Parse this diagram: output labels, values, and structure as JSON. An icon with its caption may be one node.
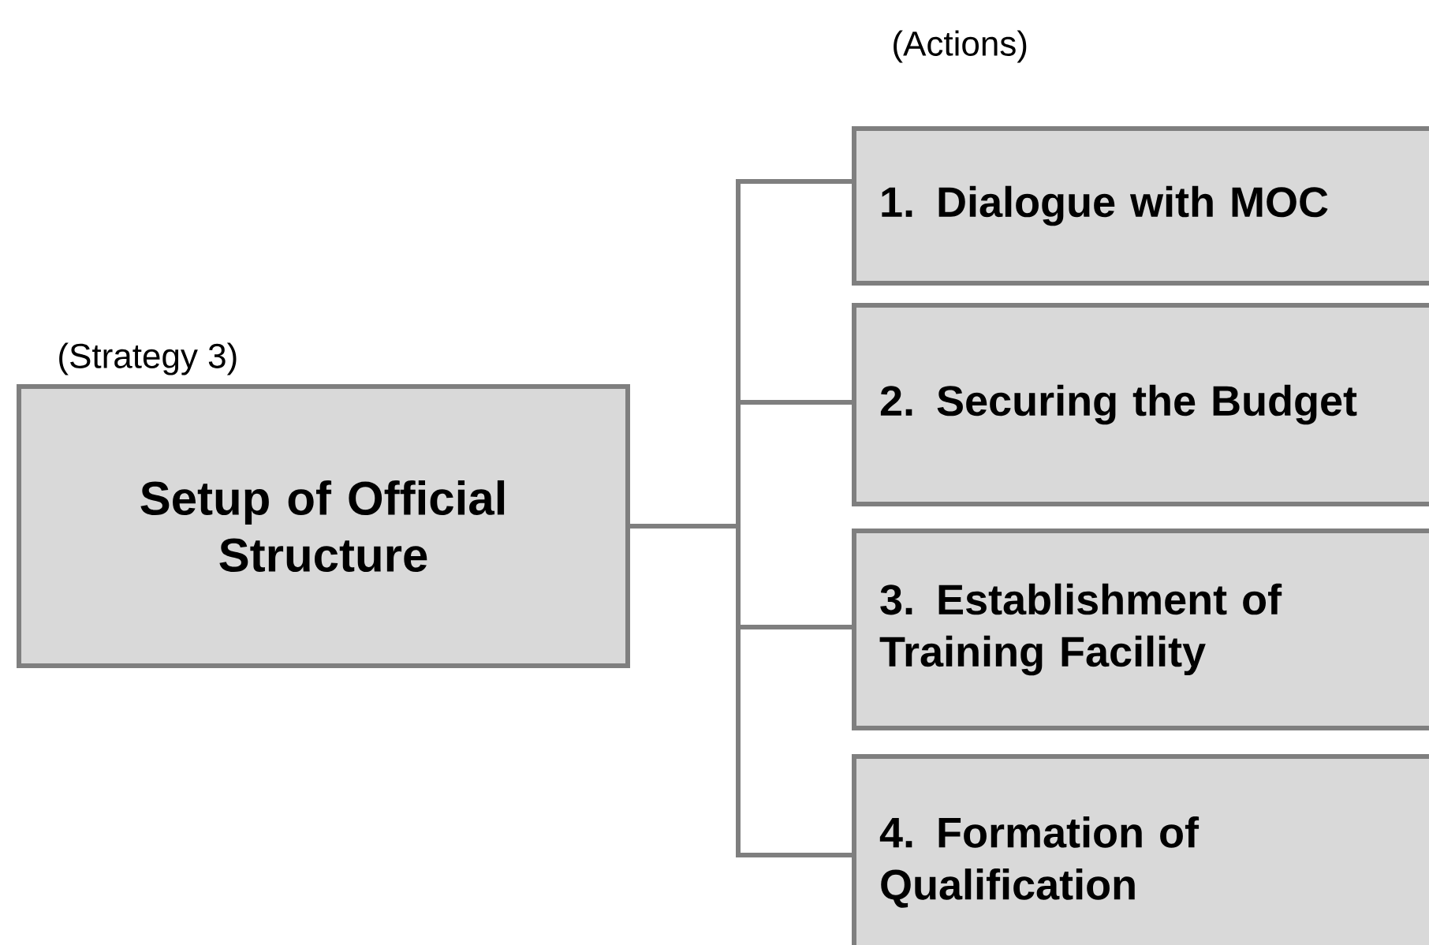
{
  "diagram": {
    "nodes": [
      {
        "text": [
          "(Strategy 3)",
          "Setup of Official Structure"
        ]
      },
      {
        "text": [
          "1. Dialogue with MOC"
        ]
      },
      {
        "text": [
          "2.  Securing the Budget"
        ]
      },
      {
        "text": [
          "3.  Establishment of Training Facility"
        ]
      },
      {
        "text": [
          "4.  Formation of Qualification"
        ]
      }
    ],
    "edges": [
      {
        "from": 0,
        "to": 1,
        "arrow": "none"
      },
      {
        "from": 0,
        "to": 2,
        "arrow": "none"
      },
      {
        "from": 0,
        "to": 3,
        "arrow": "none"
      },
      {
        "from": 0,
        "to": 4,
        "arrow": "none"
      }
    ],
    "labels": [
      "(Actions)"
    ]
  }
}
